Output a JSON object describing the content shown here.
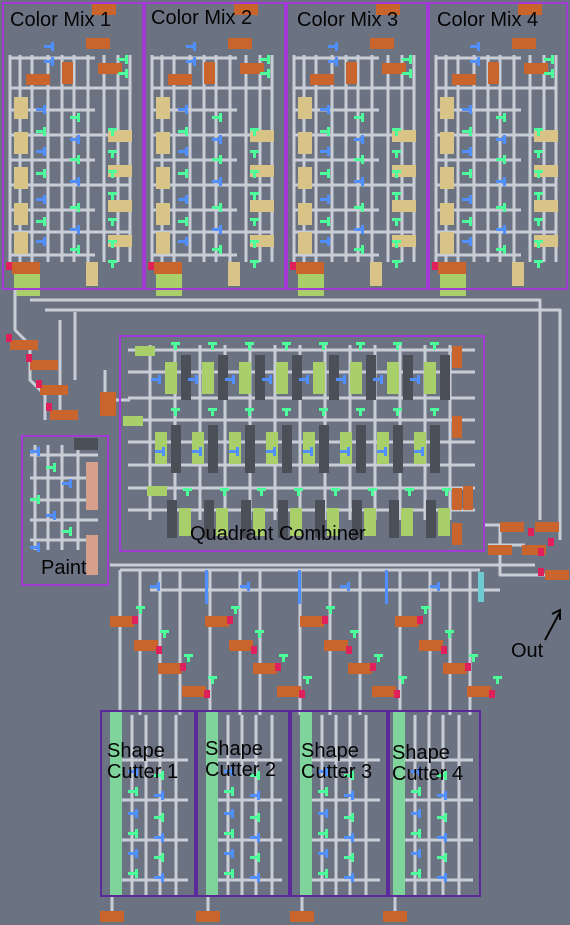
{
  "modules": {
    "color_mix_1": "Color Mix 1",
    "color_mix_2": "Color Mix 2",
    "color_mix_3": "Color Mix 3",
    "color_mix_4": "Color Mix 4",
    "quadrant_combiner": "Quadrant Combiner",
    "paint": "Paint",
    "shape_cutter_1": "Shape\nCutter 1",
    "shape_cutter_2": "Shape\nCutter 2",
    "shape_cutter_3": "Shape\nCutter 3",
    "shape_cutter_4": "Shape\nCutter 4",
    "out": "Out"
  },
  "colors": {
    "background": "#6b7383",
    "wire": "#c9ced6",
    "module_border": "#a43ad6",
    "cutter_border": "#5a2a9a",
    "orange_block": "#c8642c",
    "tan_block": "#d8c486",
    "lime_block": "#a9cf6a",
    "green_strip": "#7fd49c",
    "pink_block": "#d6a08a",
    "magenta_pin": "#e0205a",
    "blue_gate": "#4f8fff",
    "green_gate": "#4dff9a",
    "dark_block": "#4b4f57"
  }
}
